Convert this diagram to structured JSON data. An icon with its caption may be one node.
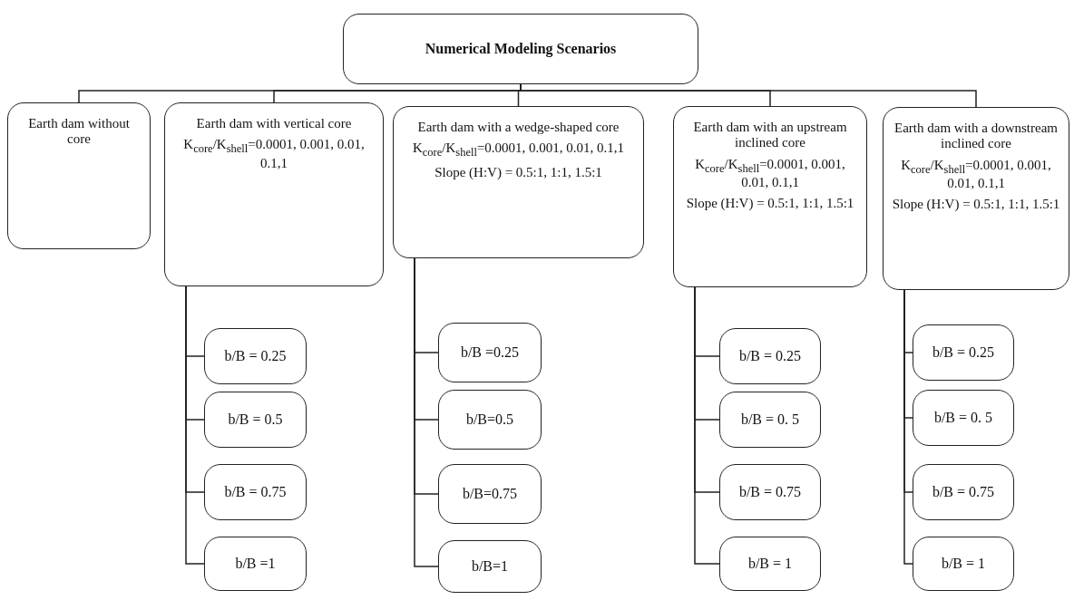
{
  "diagram": {
    "nodes": [
      {
        "text": [
          "Numerical Modeling Scenarios"
        ]
      },
      {
        "text": [
          "Earth dam without core"
        ]
      },
      {
        "text": [
          "Earth dam with vertical core",
          "K$_{core}$/K$_{shell}$=0.0001, 0.001, 0.01, 0.1,1"
        ]
      },
      {
        "text": [
          "Earth dam with a wedge-shaped core",
          "K$_{core}$/K$_{shell}$=0.0001, 0.001, 0.01, 0.1,1",
          "Slope (H:V) = 0.5:1, 1:1, 1.5:1"
        ]
      },
      {
        "text": [
          "Earth dam with an upstream inclined core",
          "K$_{core}$/K$_{shell}$=0.0001, 0.001, 0.01, 0.1,1",
          "Slope (H:V) = 0.5:1, 1:1, 1.5:1"
        ]
      },
      {
        "text": [
          "Earth dam with a downstream inclined core",
          "K$_{core}$/K$_{shell}$=0.0001, 0.001, 0.01, 0.1,1",
          "Slope (H:V) = 0.5:1, 1:1, 1.5:1"
        ]
      },
      {
        "text": [
          "b/B = 0.25"
        ]
      },
      {
        "text": [
          "b/B = 0.5"
        ]
      },
      {
        "text": [
          "b/B = 0.75"
        ]
      },
      {
        "text": [
          "b/B =1"
        ]
      },
      {
        "text": [
          "b/B =0.25"
        ]
      },
      {
        "text": [
          "b/B=0.5"
        ]
      },
      {
        "text": [
          "b/B=0.75"
        ]
      },
      {
        "text": [
          "b/B=1"
        ]
      },
      {
        "text": [
          "b/B = 0.25"
        ]
      },
      {
        "text": [
          "b/B = 0. 5"
        ]
      },
      {
        "text": [
          "b/B = 0.75"
        ]
      },
      {
        "text": [
          "b/B = 1"
        ]
      },
      {
        "text": [
          "b/B = 0.25"
        ]
      },
      {
        "text": [
          "b/B = 0. 5"
        ]
      },
      {
        "text": [
          "b/B = 0.75"
        ]
      },
      {
        "text": [
          "b/B = 1"
        ]
      }
    ],
    "edges": [
      {
        "from": 0,
        "to": 1,
        "arrow": "none"
      },
      {
        "from": 0,
        "to": 2,
        "arrow": "none"
      },
      {
        "from": 0,
        "to": 3,
        "arrow": "none"
      },
      {
        "from": 0,
        "to": 4,
        "arrow": "none"
      },
      {
        "from": 0,
        "to": 5,
        "arrow": "none"
      },
      {
        "from": 2,
        "to": 6,
        "arrow": "none"
      },
      {
        "from": 2,
        "to": 7,
        "arrow": "none"
      },
      {
        "from": 2,
        "to": 8,
        "arrow": "none"
      },
      {
        "from": 2,
        "to": 9,
        "arrow": "none"
      },
      {
        "from": 3,
        "to": 10,
        "arrow": "none"
      },
      {
        "from": 3,
        "to": 11,
        "arrow": "none"
      },
      {
        "from": 3,
        "to": 12,
        "arrow": "none"
      },
      {
        "from": 3,
        "to": 13,
        "arrow": "none"
      },
      {
        "from": 4,
        "to": 14,
        "arrow": "none"
      },
      {
        "from": 4,
        "to": 15,
        "arrow": "none"
      },
      {
        "from": 4,
        "to": 16,
        "arrow": "none"
      },
      {
        "from": 4,
        "to": 17,
        "arrow": "none"
      },
      {
        "from": 5,
        "to": 18,
        "arrow": "none"
      },
      {
        "from": 5,
        "to": 19,
        "arrow": "none"
      },
      {
        "from": 5,
        "to": 20,
        "arrow": "none"
      },
      {
        "from": 5,
        "to": 21,
        "arrow": "none"
      }
    ]
  }
}
